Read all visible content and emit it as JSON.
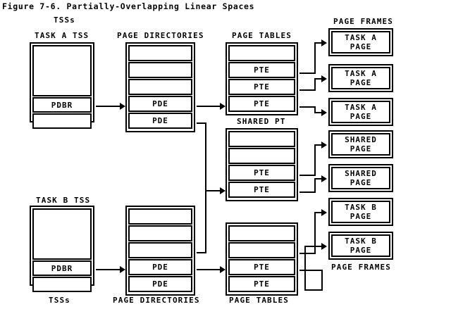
{
  "figure": {
    "title": "Figure 7-6. Partially-Overlapping Linear Spaces"
  },
  "column_labels": {
    "tss_top": "TSSs",
    "tss_bottom": "TSSs",
    "task_a_tss": "TASK A TSS",
    "task_b_tss": "TASK B TSS",
    "page_directories_top": "PAGE DIRECTORIES",
    "page_directories_bottom": "PAGE DIRECTORIES",
    "page_tables_top": "PAGE TABLES",
    "page_tables_bottom": "PAGE TABLES",
    "shared_pt": "SHARED PT",
    "page_frames_top": "PAGE FRAMES",
    "page_frames_bottom": "PAGE FRAMES"
  },
  "structures": {
    "task_a_tss": {
      "name": "TASK A TSS",
      "cells": [
        {
          "label": "",
          "kind": "empty",
          "tall": true
        },
        {
          "label": "PDBR",
          "kind": "pdbr"
        },
        {
          "label": "",
          "kind": "empty"
        }
      ]
    },
    "task_b_tss": {
      "name": "TASK B TSS",
      "cells": [
        {
          "label": "",
          "kind": "empty",
          "tall": true
        },
        {
          "label": "PDBR",
          "kind": "pdbr"
        },
        {
          "label": "",
          "kind": "empty"
        }
      ]
    },
    "page_directory_a": {
      "name": "PAGE DIRECTORIES",
      "cells": [
        {
          "label": "",
          "kind": "empty"
        },
        {
          "label": "",
          "kind": "empty"
        },
        {
          "label": "",
          "kind": "empty"
        },
        {
          "label": "PDE",
          "kind": "pde"
        },
        {
          "label": "PDE",
          "kind": "pde"
        }
      ]
    },
    "page_directory_b": {
      "name": "PAGE DIRECTORIES",
      "cells": [
        {
          "label": "",
          "kind": "empty"
        },
        {
          "label": "",
          "kind": "empty"
        },
        {
          "label": "",
          "kind": "empty"
        },
        {
          "label": "PDE",
          "kind": "pde"
        },
        {
          "label": "PDE",
          "kind": "pde"
        }
      ]
    },
    "page_table_a": {
      "name": "PAGE TABLES",
      "cells": [
        {
          "label": "",
          "kind": "empty"
        },
        {
          "label": "PTE",
          "kind": "pte"
        },
        {
          "label": "PTE",
          "kind": "pte"
        },
        {
          "label": "PTE",
          "kind": "pte"
        }
      ]
    },
    "shared_pt": {
      "name": "SHARED PT",
      "cells": [
        {
          "label": "",
          "kind": "empty"
        },
        {
          "label": "",
          "kind": "empty"
        },
        {
          "label": "PTE",
          "kind": "pte"
        },
        {
          "label": "PTE",
          "kind": "pte"
        }
      ]
    },
    "page_table_b": {
      "name": "PAGE TABLES",
      "cells": [
        {
          "label": "",
          "kind": "empty"
        },
        {
          "label": "",
          "kind": "empty"
        },
        {
          "label": "PTE",
          "kind": "pte"
        },
        {
          "label": "PTE",
          "kind": "pte"
        }
      ]
    }
  },
  "page_frames": [
    {
      "line1": "TASK A",
      "line2": "PAGE"
    },
    {
      "line1": "TASK A",
      "line2": "PAGE"
    },
    {
      "line1": "TASK A",
      "line2": "PAGE"
    },
    {
      "line1": "SHARED",
      "line2": "PAGE"
    },
    {
      "line1": "SHARED",
      "line2": "PAGE"
    },
    {
      "line1": "TASK B",
      "line2": "PAGE"
    },
    {
      "line1": "TASK B",
      "line2": "PAGE"
    }
  ],
  "colors": {
    "ink": "#000000",
    "paper": "#ffffff"
  }
}
